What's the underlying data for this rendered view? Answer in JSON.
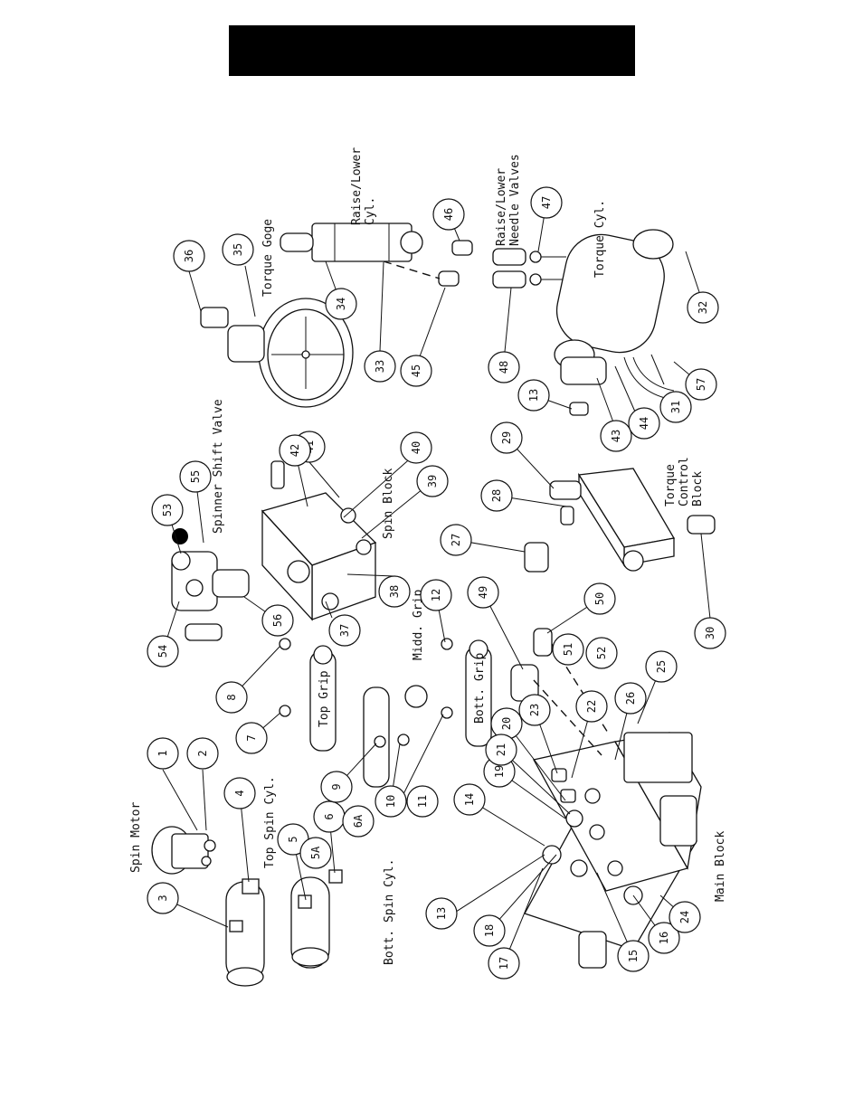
{
  "title_bar": {
    "color": "#000000"
  },
  "labels": {
    "spin_motor": "Spin Motor",
    "top_spin_cyl": "Top Spin Cyl.",
    "bott_spin_cyl": "Bott. Spin Cyl.",
    "top_grip": "Top Grip",
    "midd_grip": "Midd. Grip",
    "bott_grip": "Bott. Grip",
    "spinner_shift_valve": "Spinner Shift Valve",
    "spin_block": "Spin Block",
    "torque_goge": "Torque Goge",
    "raise_lower_cyl_1": "Raise/Lower",
    "raise_lower_cyl_2": "Cyl.",
    "raise_lower_needle_1": "Raise/Lower",
    "raise_lower_needle_2": "Needle Valves",
    "torque_cyl": "Torque Cyl.",
    "torque_control_1": "Torque",
    "torque_control_2": "Control",
    "torque_control_3": "Block",
    "main_block": "Main Block"
  },
  "part_numbers": [
    "1",
    "2",
    "3",
    "4",
    "5",
    "5A",
    "6",
    "6A",
    "7",
    "8",
    "9",
    "10",
    "11",
    "12",
    "13",
    "13",
    "14",
    "15",
    "16",
    "17",
    "18",
    "19",
    "20",
    "21",
    "22",
    "23",
    "24",
    "25",
    "26",
    "27",
    "28",
    "29",
    "30",
    "31",
    "32",
    "33",
    "34",
    "35",
    "36",
    "37",
    "38",
    "39",
    "40",
    "41",
    "42",
    "43",
    "44",
    "45",
    "46",
    "47",
    "48",
    "49",
    "50",
    "51",
    "52",
    "53",
    "54",
    "55",
    "56",
    "57"
  ]
}
